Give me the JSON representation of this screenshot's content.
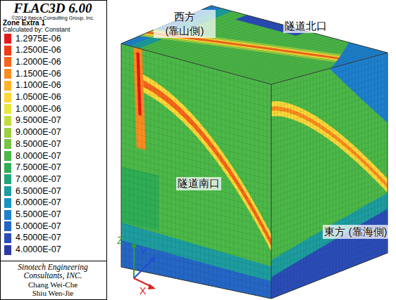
{
  "diagram": {
    "title": "FLAC3D 6.00",
    "labels": [
      "©2019 Itasca Consulting Group, Inc.",
      "Zone Extra 1",
      "Calculated by: Constant",
      "西方 (靠山側)",
      "隧道北口",
      "隧道南口",
      "東方 (靠海側)",
      "Z",
      "Y",
      "X",
      "Sinotech Engineering Consultants, INC.",
      "Chang Wei-Che",
      "Shiu Wen-Jie"
    ],
    "legend": [
      {
        "text": "1.2975E-06",
        "color": "#e31a1c"
      },
      {
        "text": "1.2500E-06",
        "color": "#f03c16"
      },
      {
        "text": "1.2000E-06",
        "color": "#f7651a"
      },
      {
        "text": "1.1500E-06",
        "color": "#fb8c1f"
      },
      {
        "text": "1.1000E-06",
        "color": "#fdb42b"
      },
      {
        "text": "1.0500E-06",
        "color": "#fcd838"
      },
      {
        "text": "1.0000E-06",
        "color": "#e8e83a"
      },
      {
        "text": "9.5000E-07",
        "color": "#c3dc3d"
      },
      {
        "text": "9.0000E-07",
        "color": "#9ccf41"
      },
      {
        "text": "8.5000E-07",
        "color": "#74c445"
      },
      {
        "text": "8.0000E-07",
        "color": "#4cb848"
      },
      {
        "text": "7.5000E-07",
        "color": "#2fae55"
      },
      {
        "text": "7.0000E-07",
        "color": "#22a57a"
      },
      {
        "text": "6.5000E-07",
        "color": "#1d9da0"
      },
      {
        "text": "6.0000E-07",
        "color": "#1a94c2"
      },
      {
        "text": "5.5000E-07",
        "color": "#1e80cf"
      },
      {
        "text": "5.0000E-07",
        "color": "#2566c6"
      },
      {
        "text": "4.5000E-07",
        "color": "#2b4cb8"
      },
      {
        "text": "4.0000E-07",
        "color": "#2e3aa6"
      }
    ]
  }
}
